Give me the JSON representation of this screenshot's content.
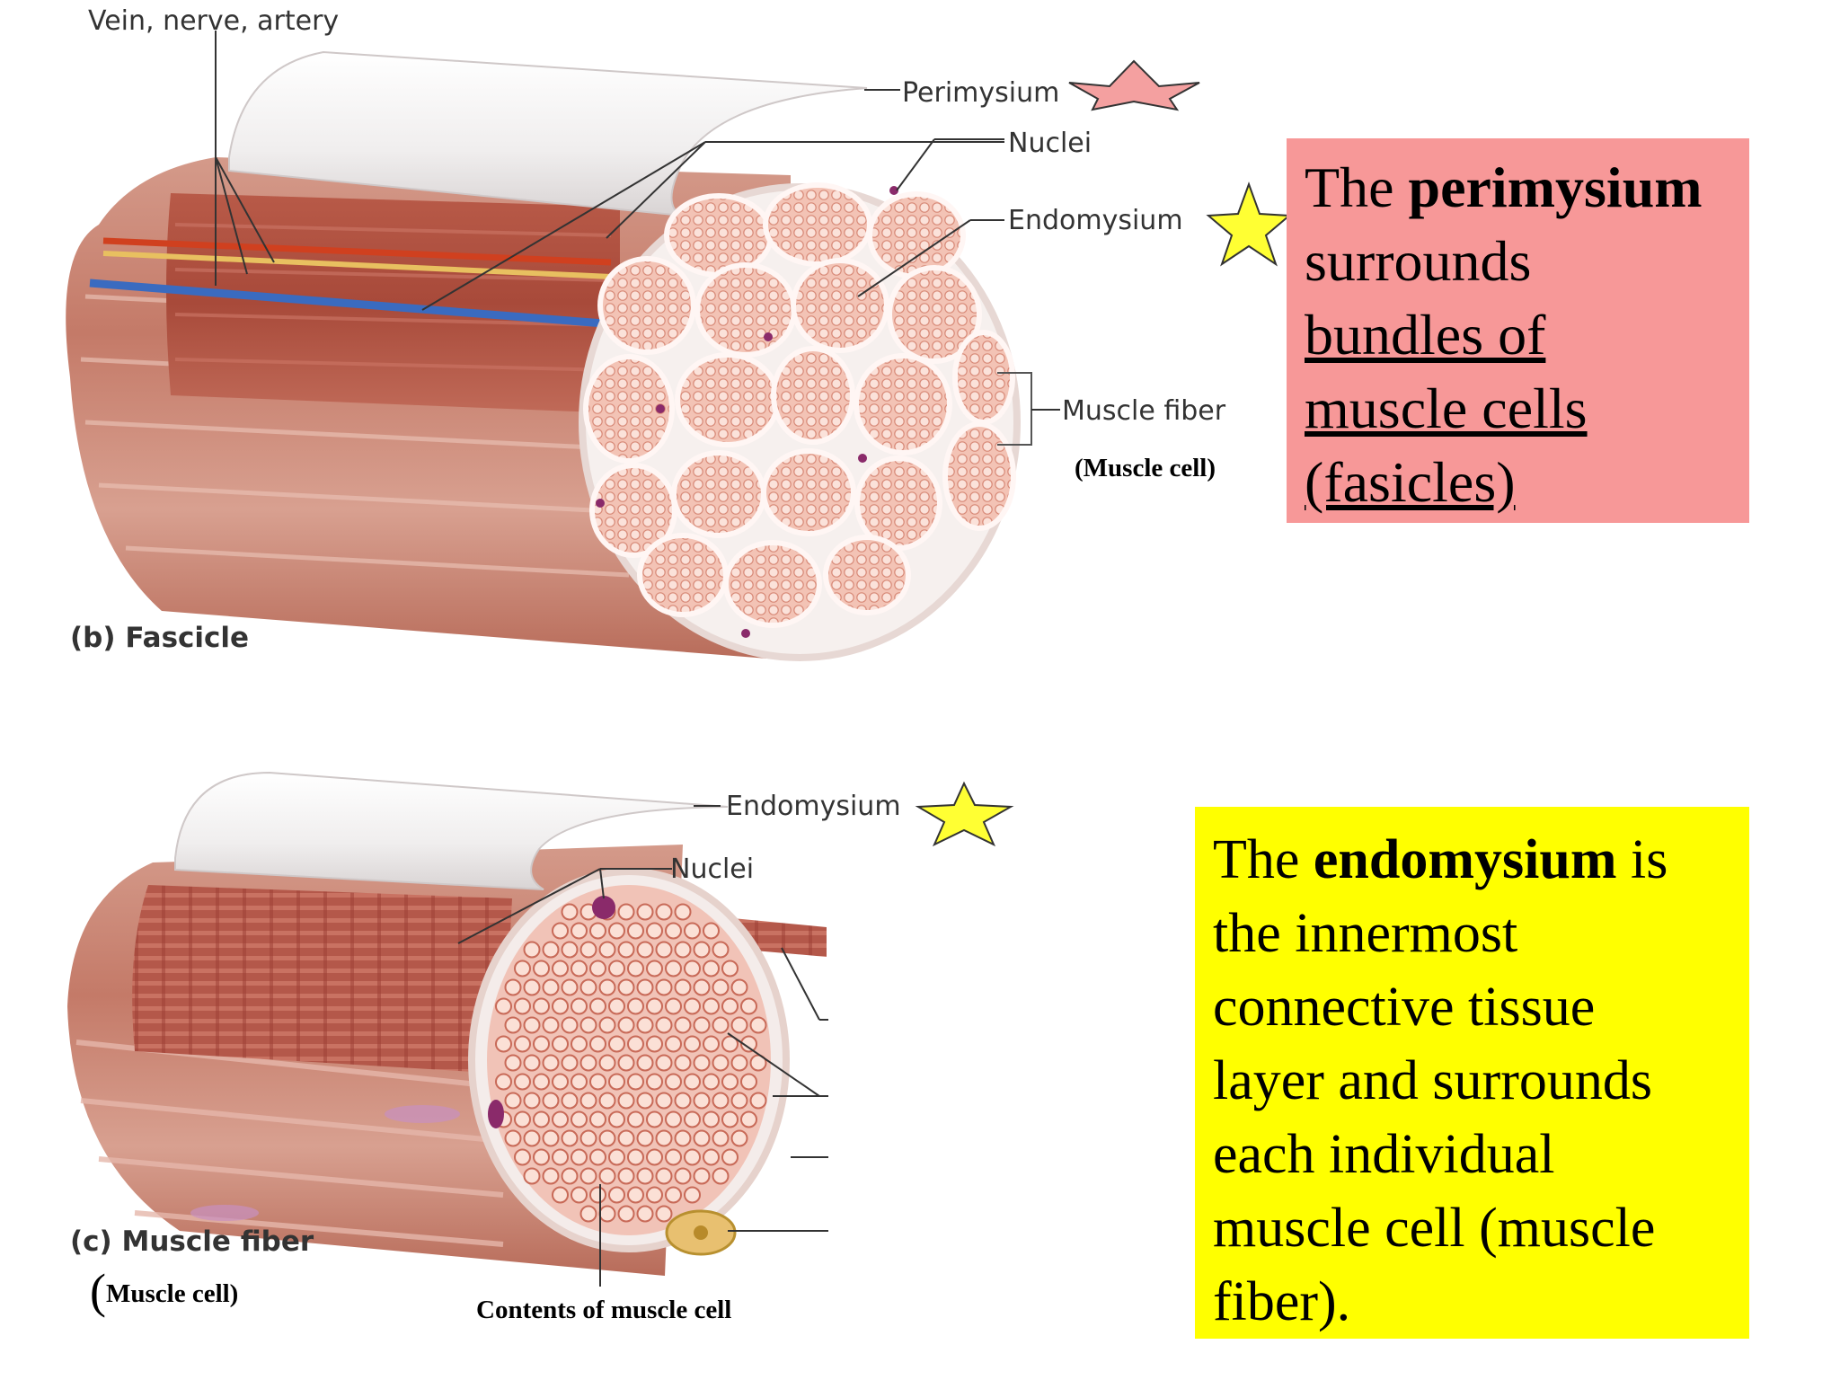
{
  "fascicle": {
    "caption": "(b) Fascicle",
    "labels": {
      "vessels": "Vein, nerve, artery",
      "perimysium": "Perimysium",
      "nuclei": "Nuclei",
      "endomysium": "Endomysium",
      "muscle_fiber": "Muscle fiber",
      "muscle_cell": "(Muscle cell)"
    }
  },
  "fiber": {
    "caption": "(c) Muscle fiber",
    "caption_sub_paren": "(",
    "caption_sub": "Muscle cell)",
    "labels": {
      "endomysium": "Endomysium",
      "nuclei": "Nuclei",
      "contents": "Contents of muscle cell"
    }
  },
  "perimysium_box": {
    "pre": "The ",
    "bold": "perimysium",
    "line2": "surrounds",
    "u1": "bundles of",
    "u2": "muscle cells",
    "u3": "(fasicles)"
  },
  "endomysium_box": {
    "pre": "The ",
    "bold": "endomysium",
    "post": " is",
    "line2": "the innermost",
    "line3": "connective tissue",
    "line4": "layer and surrounds",
    "line5": "each individual",
    "line6": "muscle cell (muscle",
    "line7": "fiber)."
  },
  "colors": {
    "perimysium_box": "#f79898",
    "endomysium_box": "#ffff00",
    "pink_star": "#f4a0a0",
    "yellow_star": "#ffff33",
    "muscle": "#c97a6a",
    "vein": "#3a6bc0",
    "artery": "#d0401f",
    "nerve": "#e8c060"
  }
}
